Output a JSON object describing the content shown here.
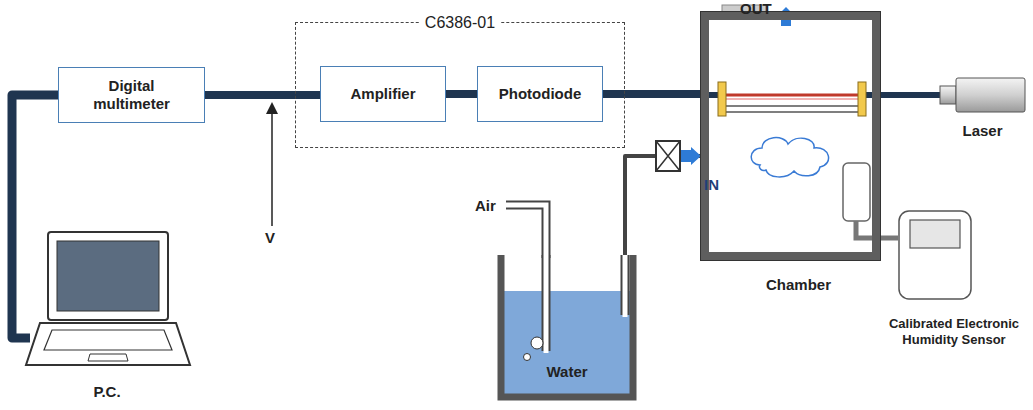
{
  "diagram": {
    "nodes": [
      {
        "text": [
          "Digital multimeter"
        ]
      },
      {
        "text": [
          "C6386-01"
        ]
      },
      {
        "text": [
          "Amplifier"
        ],
        "in": 1
      },
      {
        "text": [
          "Photodiode"
        ],
        "in": 1
      },
      {
        "text": [
          "Chamber"
        ]
      },
      {
        "text": [
          "Laser"
        ]
      },
      {
        "text": [
          "Calibrated Electronic Humidity Sensor"
        ]
      },
      {
        "text": [
          "P.C."
        ]
      },
      {
        "text": [
          "Water"
        ]
      }
    ],
    "edges": [
      {
        "from": 0,
        "to": 2,
        "arrow": "none"
      },
      {
        "from": 2,
        "to": 3,
        "arrow": "none"
      },
      {
        "from": 3,
        "to": 4,
        "arrow": "none"
      },
      {
        "from": 5,
        "to": 4,
        "arrow": "none"
      },
      {
        "from": 7,
        "to": 0,
        "arrow": "none"
      },
      {
        "from": 8,
        "to": 4,
        "arrow": "to"
      },
      {
        "from": 6,
        "to": 4,
        "arrow": "none"
      }
    ],
    "labels": [
      "V",
      "Air",
      "IN",
      "OUT"
    ]
  }
}
